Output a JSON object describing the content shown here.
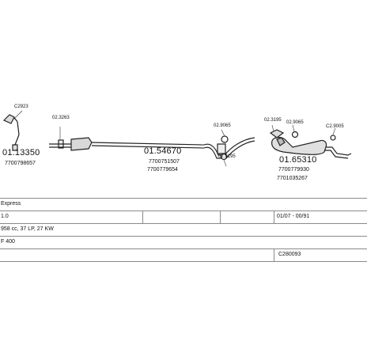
{
  "diagram": {
    "parts": [
      {
        "ref": "C2923",
        "id": "lbl-c2923"
      },
      {
        "ref": "01.13350",
        "id": "lbl-0113350"
      },
      {
        "ref": "7700798657",
        "id": "lbl-7700798657"
      },
      {
        "ref": "02.3263",
        "id": "lbl-023263"
      },
      {
        "ref": "01.54670",
        "id": "lbl-0154670"
      },
      {
        "ref": "7700751507",
        "id": "lbl-7700751507"
      },
      {
        "ref": "7700779654",
        "id": "lbl-7700779654"
      },
      {
        "ref": "02.9065",
        "id": "lbl-029065-a"
      },
      {
        "ref": "02.9195",
        "id": "lbl-029195"
      },
      {
        "ref": "02.3195",
        "id": "lbl-023195"
      },
      {
        "ref": "02.9065",
        "id": "lbl-029065-b"
      },
      {
        "ref": "C2.9005",
        "id": "lbl-c29005"
      },
      {
        "ref": "01.65310",
        "id": "lbl-0165310"
      },
      {
        "ref": "7700779930",
        "id": "lbl-7700779930"
      },
      {
        "ref": "7701035267",
        "id": "lbl-7701035267"
      }
    ]
  },
  "info": {
    "model": "Express",
    "engine": "1.0",
    "years": "01/07 - 00/91",
    "capacity": "958 cc, 37 LP, 27 KW",
    "type": "F 400",
    "code": "C280093"
  }
}
